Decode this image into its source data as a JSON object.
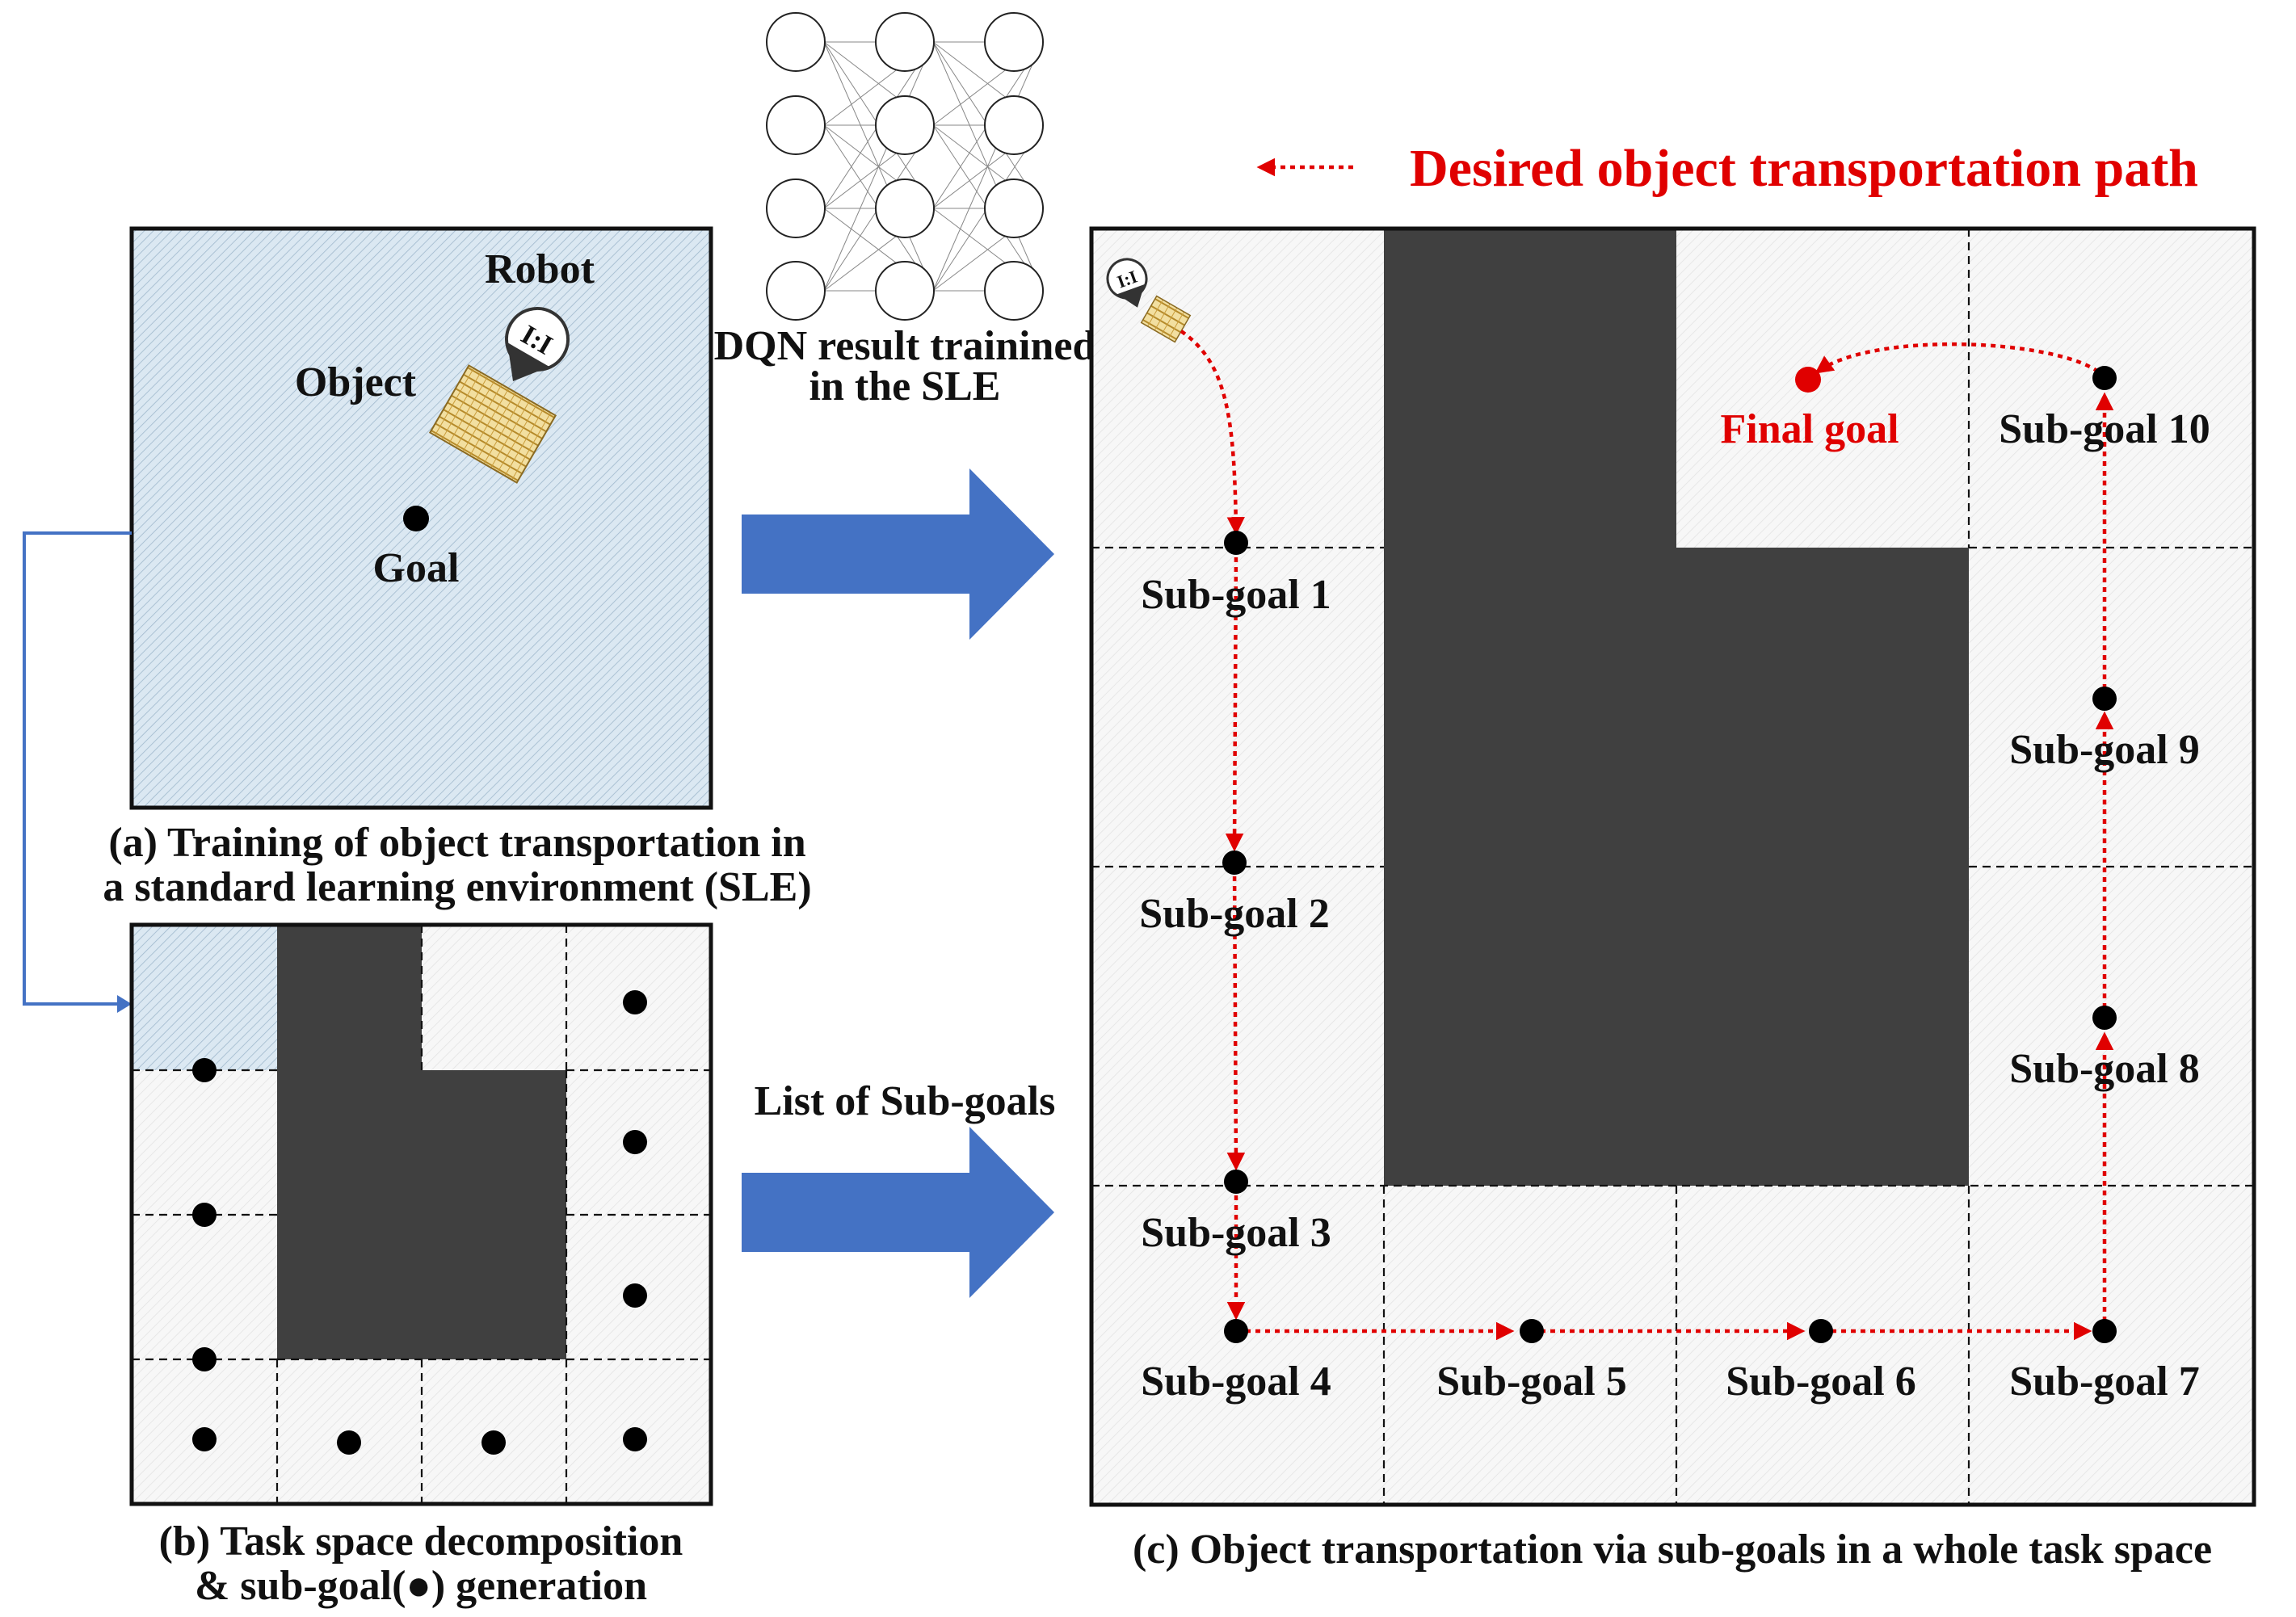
{
  "legend": {
    "text": "Desired object transportation path"
  },
  "nn": {
    "caption_line1": "DQN result trainined",
    "caption_line2": "in the SLE"
  },
  "panel_a": {
    "robot": "Robot",
    "object": "Object",
    "goal": "Goal",
    "caption_line1": "(a) Training of object transportation in",
    "caption_line2": "a standard learning environment (SLE)"
  },
  "panel_b": {
    "caption_line1": "(b) Task space decomposition",
    "caption_line2": "& sub-goal(●) generation"
  },
  "arrow_label": "List of Sub-goals",
  "panel_c": {
    "caption": "(c) Object transportation via sub-goals in a whole task space",
    "final_goal": "Final goal",
    "subgoals": [
      "Sub-goal 1",
      "Sub-goal 2",
      "Sub-goal 3",
      "Sub-goal 4",
      "Sub-goal 5",
      "Sub-goal 6",
      "Sub-goal 7",
      "Sub-goal 8",
      "Sub-goal 9",
      "Sub-goal 10"
    ]
  },
  "colors": {
    "path": "#e00000",
    "arrow": "#4472c4",
    "obstacle": "#404040",
    "sle_fill": "#dbe8f2"
  }
}
